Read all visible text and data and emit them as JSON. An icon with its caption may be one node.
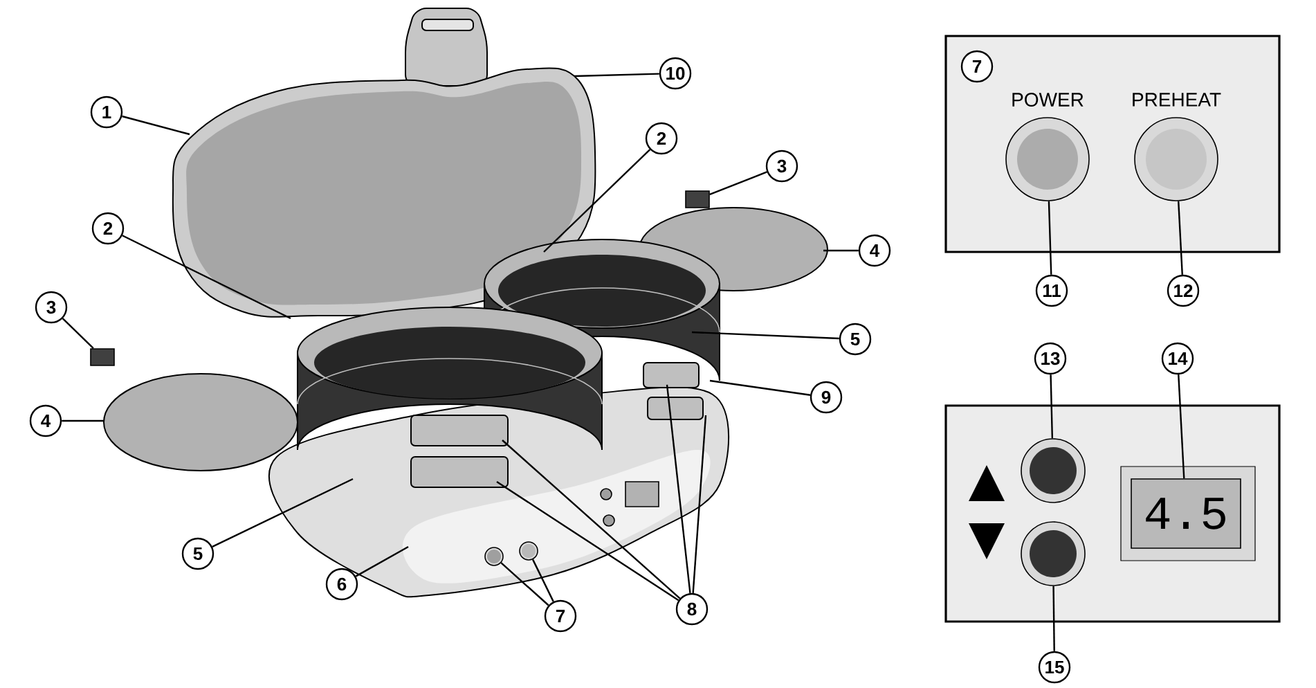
{
  "diagram": {
    "nodes": [
      {
        "text": [
          "1"
        ]
      },
      {
        "text": [
          "10"
        ]
      },
      {
        "text": [
          "2"
        ]
      },
      {
        "text": [
          "2"
        ]
      },
      {
        "text": [
          "3"
        ]
      },
      {
        "text": [
          "3"
        ]
      },
      {
        "text": [
          "4"
        ]
      },
      {
        "text": [
          "4"
        ]
      },
      {
        "text": [
          "5"
        ]
      },
      {
        "text": [
          "9"
        ]
      },
      {
        "text": [
          "5"
        ]
      },
      {
        "text": [
          "6"
        ]
      },
      {
        "text": [
          "7"
        ]
      },
      {
        "text": [
          "8"
        ]
      },
      {
        "text": [
          "POWER",
          "PREHEAT"
        ]
      },
      {
        "text": [
          "7"
        ],
        "in": 14
      },
      {
        "text": [
          "11"
        ]
      },
      {
        "text": [
          "12"
        ]
      },
      {
        "text": [
          "13"
        ]
      },
      {
        "text": [
          "14"
        ]
      },
      {
        "text": [],
        "shape": "box"
      },
      {
        "text": [
          "15"
        ]
      },
      {
        "text": [],
        "shape": "circle",
        "in": 14
      },
      {
        "text": [],
        "shape": "circle",
        "in": 14
      },
      {
        "text": [],
        "shape": "circle",
        "in": 20
      },
      {
        "text": [],
        "shape": "circle",
        "in": 20
      },
      {
        "text": [
          "4.5"
        ],
        "in": 20
      },
      {
        "text": [],
        "shape": "box"
      },
      {
        "text": [],
        "shape": "circle"
      },
      {
        "text": [],
        "shape": "circle"
      },
      {
        "text": [],
        "shape": "box"
      }
    ],
    "edges": [
      {
        "from": 0,
        "to": null,
        "arrow": "none"
      },
      {
        "from": 1,
        "to": null,
        "arrow": "none"
      },
      {
        "from": 2,
        "to": null,
        "arrow": "none"
      },
      {
        "from": 3,
        "to": null,
        "arrow": "none"
      },
      {
        "from": 4,
        "to": 27,
        "arrow": "none"
      },
      {
        "from": 5,
        "to": 30,
        "arrow": "none"
      },
      {
        "from": 6,
        "to": null,
        "arrow": "none"
      },
      {
        "from": 7,
        "to": null,
        "arrow": "none"
      },
      {
        "from": 8,
        "to": null,
        "arrow": "none"
      },
      {
        "from": 9,
        "to": null,
        "arrow": "none"
      },
      {
        "from": 10,
        "to": null,
        "arrow": "none"
      },
      {
        "from": 11,
        "to": null,
        "arrow": "none"
      },
      {
        "from": 12,
        "to": 28,
        "arrow": "none"
      },
      {
        "from": 12,
        "to": 29,
        "arrow": "none"
      },
      {
        "from": 13,
        "to": null,
        "arrow": "none"
      },
      {
        "from": 13,
        "to": null,
        "arrow": "none"
      },
      {
        "from": 13,
        "to": null,
        "arrow": "none"
      },
      {
        "from": 13,
        "to": null,
        "arrow": "none"
      },
      {
        "from": 16,
        "to": 22,
        "arrow": "none"
      },
      {
        "from": 17,
        "to": 23,
        "arrow": "none"
      },
      {
        "from": 18,
        "to": 24,
        "arrow": "none"
      },
      {
        "from": 19,
        "to": 26,
        "arrow": "none"
      },
      {
        "from": 21,
        "to": 25,
        "arrow": "none"
      }
    ]
  }
}
